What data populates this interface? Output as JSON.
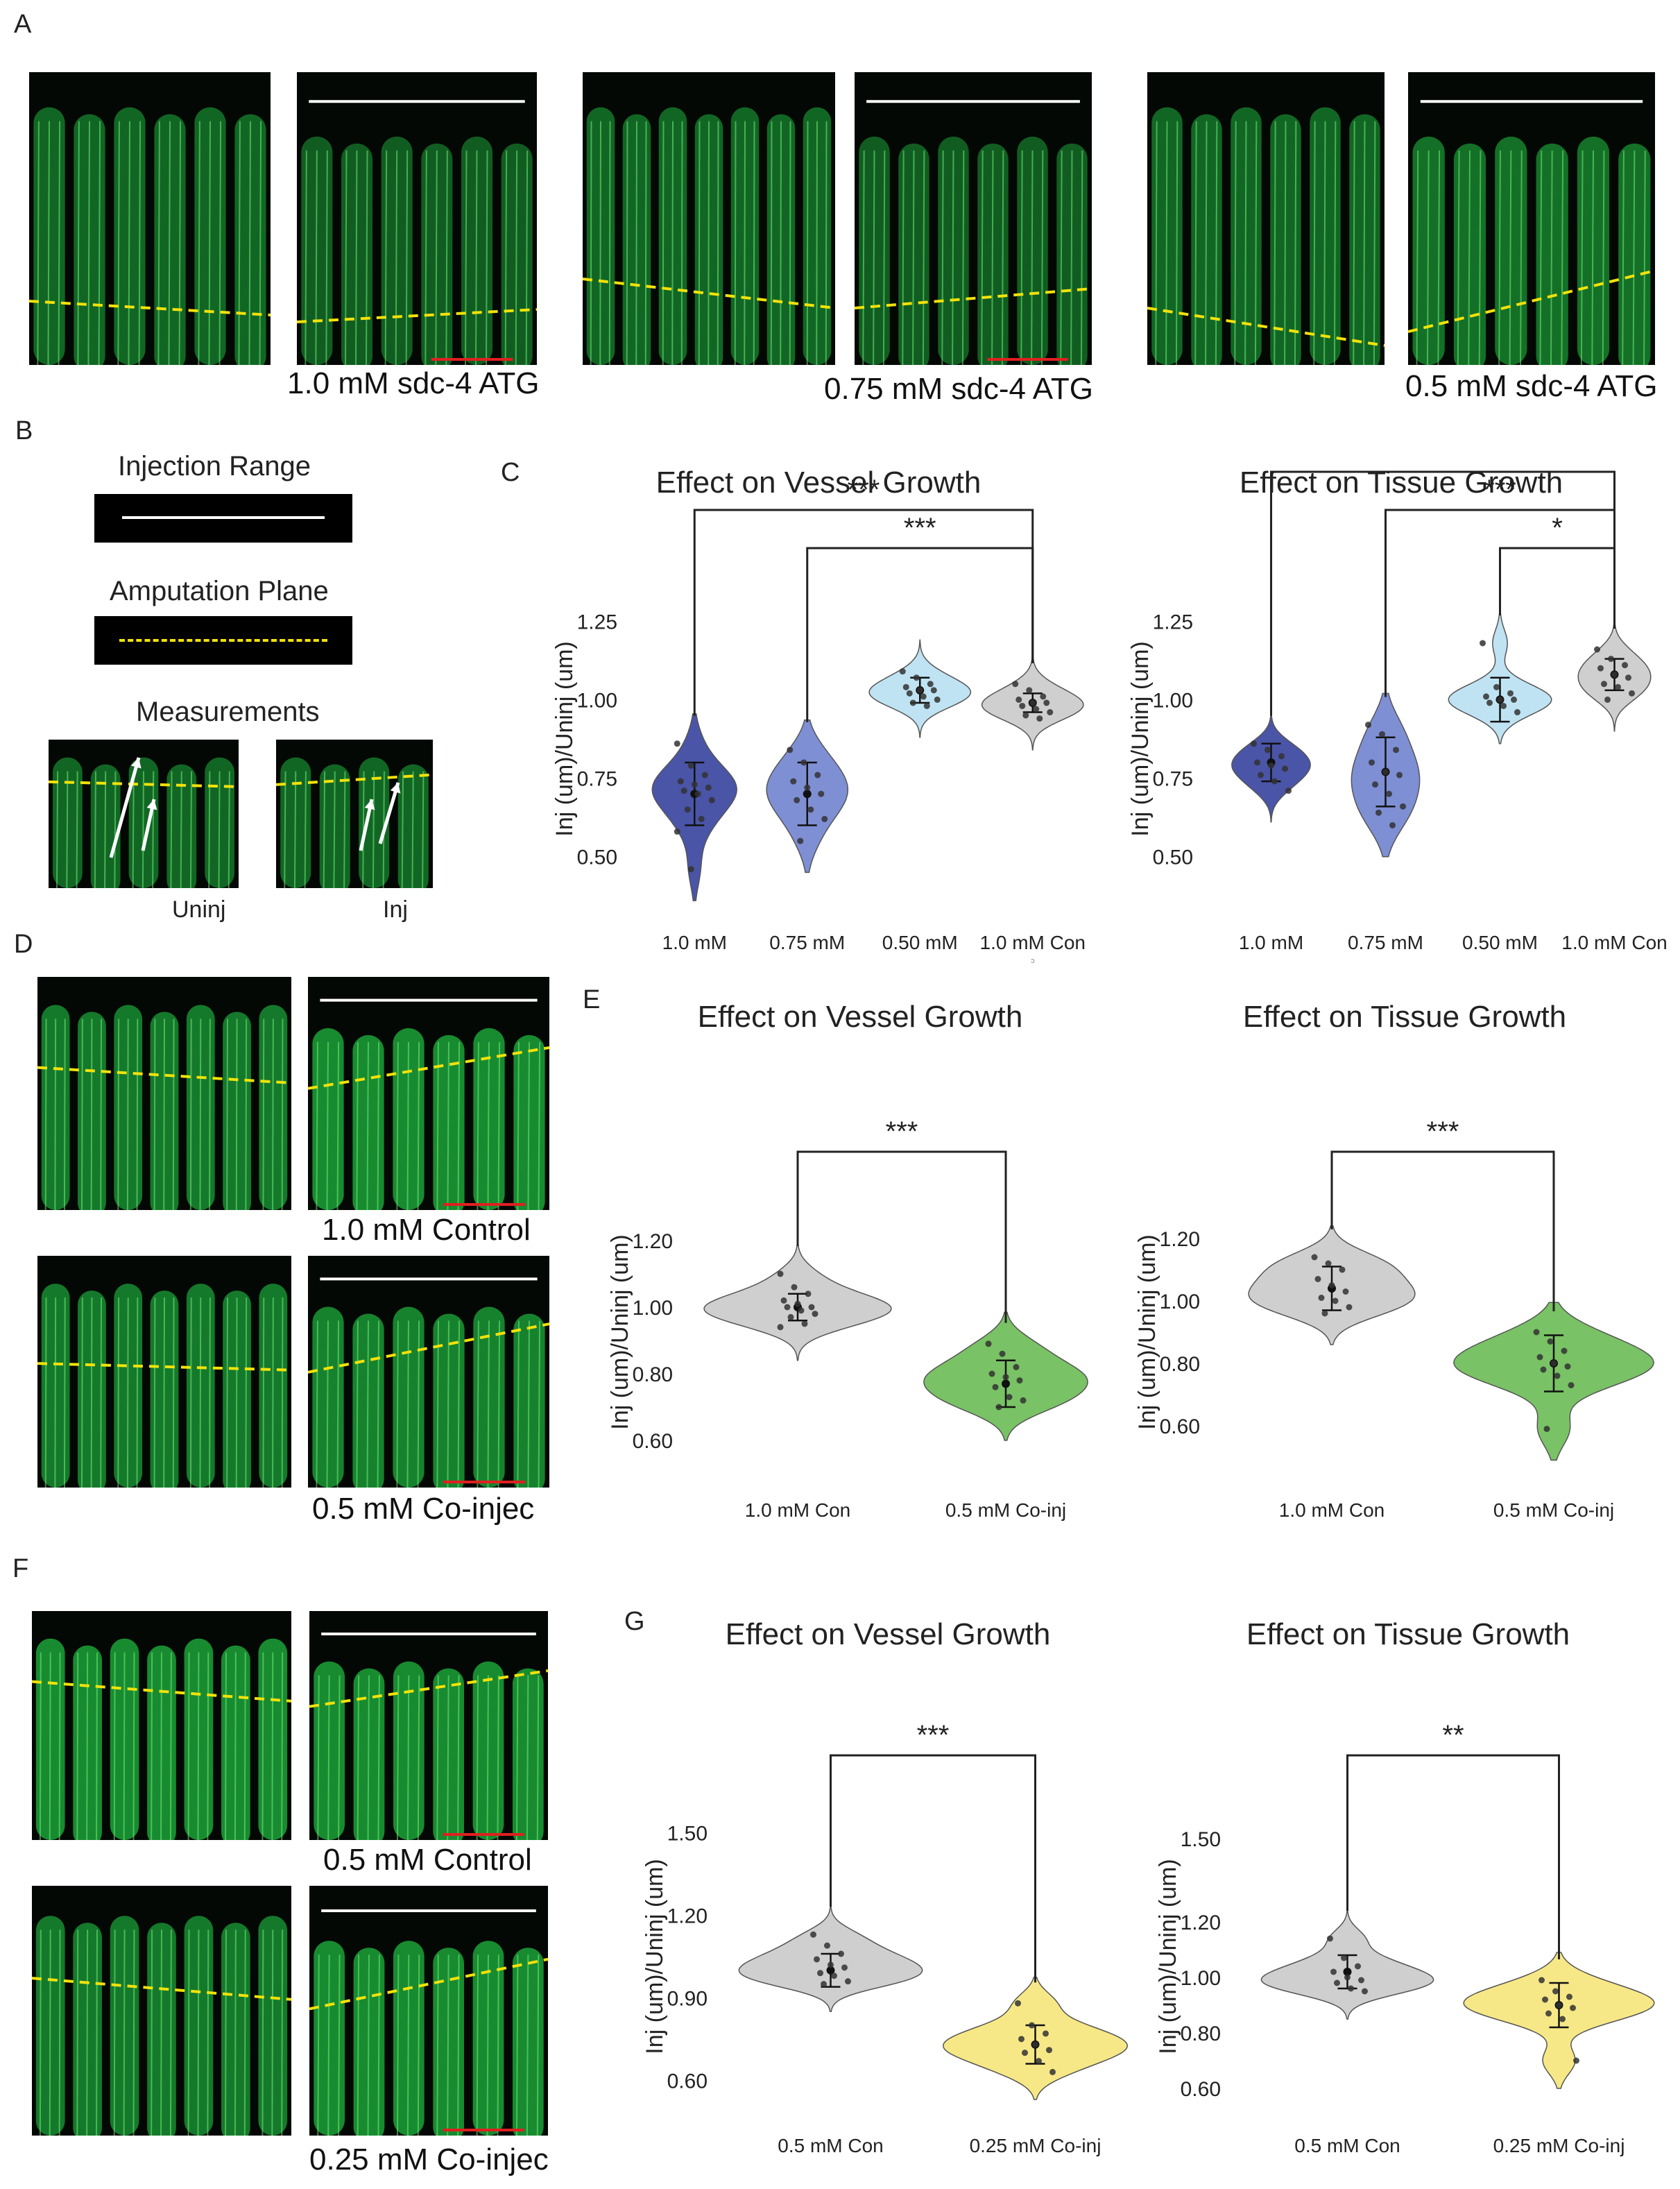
{
  "panels": {
    "A": "A",
    "B": "B",
    "C": "C",
    "D": "D",
    "E": "E",
    "F": "F",
    "G": "G"
  },
  "captions": {
    "a1": "1.0 mM sdc-4 ATG",
    "a2": "0.75 mM sdc-4 ATG",
    "a3": "0.5 mM sdc-4 ATG",
    "d1": "1.0 mM Control",
    "d2": "0.5 mM Co-injec",
    "f1": "0.5 mM Control",
    "f2": "0.25 mM Co-injec"
  },
  "legend": {
    "injection_range": "Injection Range",
    "amputation_plane": "Amputation Plane",
    "measurements": "Measurements",
    "uninj": "Uninj",
    "inj": "Inj"
  },
  "colors": {
    "tissue_green": "#22c24a",
    "amputation_line": "#f2e20a",
    "injection_line": "#ffffff",
    "scale_bar": "#e02020",
    "dark_blue_violin": "#4a55a8",
    "mid_blue_violin": "#7e8fd4",
    "light_blue_violin": "#bfe3f2",
    "gray_violin": "#cfcfcf",
    "green_violin": "#79c265",
    "yellow_violin": "#f7e887"
  },
  "chart_data": [
    {
      "id": "C-vessel",
      "type": "violin",
      "title": "Effect on Vessel Growth",
      "ylabel": "Inj (um)/Uninj (um)",
      "yticks": [
        "1.25",
        "1.00",
        "0.75",
        "0.50"
      ],
      "ylim": [
        0.4,
        1.35
      ],
      "categories": [
        "1.0 mM",
        "0.75 mM",
        "0.50 mM",
        "1.0 mM Con"
      ],
      "fills": [
        "#4a55a8",
        "#7e8fd4",
        "#bfe3f2",
        "#cfcfcf"
      ],
      "mean": [
        0.7,
        0.7,
        1.03,
        0.99
      ],
      "sd": [
        0.1,
        0.1,
        0.04,
        0.03
      ],
      "points": [
        [
          0.86,
          0.79,
          0.76,
          0.74,
          0.73,
          0.72,
          0.71,
          0.7,
          0.68,
          0.65,
          0.62,
          0.58,
          0.46
        ],
        [
          0.84,
          0.8,
          0.76,
          0.74,
          0.72,
          0.7,
          0.68,
          0.65,
          0.62,
          0.55
        ],
        [
          1.09,
          1.07,
          1.05,
          1.04,
          1.03,
          1.03,
          1.02,
          1.01,
          1.0,
          0.99,
          0.98
        ],
        [
          1.05,
          1.03,
          1.01,
          1.0,
          0.99,
          0.99,
          0.98,
          0.97,
          0.96,
          0.95,
          0.94
        ]
      ],
      "significance": [
        {
          "from": 0,
          "to": 3,
          "label": "***"
        },
        {
          "from": 1,
          "to": 3,
          "label": "***"
        }
      ],
      "footnote": "ᵓ"
    },
    {
      "id": "C-tissue",
      "type": "violin",
      "title": "Effect on Tissue Growth",
      "ylabel": "Inj (um)/Uninj (um)",
      "yticks": [
        "1.25",
        "1.00",
        "0.75",
        "0.50"
      ],
      "ylim": [
        0.4,
        1.35
      ],
      "categories": [
        "1.0 mM",
        "0.75 mM",
        "0.50 mM",
        "1.0 mM Con"
      ],
      "fills": [
        "#4a55a8",
        "#7e8fd4",
        "#bfe3f2",
        "#cfcfcf"
      ],
      "mean": [
        0.8,
        0.77,
        1.0,
        1.08
      ],
      "sd": [
        0.06,
        0.11,
        0.07,
        0.05
      ],
      "points": [
        [
          0.86,
          0.84,
          0.82,
          0.8,
          0.79,
          0.78,
          0.76,
          0.74,
          0.71
        ],
        [
          0.92,
          0.89,
          0.84,
          0.8,
          0.77,
          0.76,
          0.73,
          0.7,
          0.66,
          0.64,
          0.6
        ],
        [
          1.18,
          1.04,
          1.02,
          1.01,
          1.0,
          1.0,
          0.99,
          0.98,
          0.96
        ],
        [
          1.16,
          1.13,
          1.11,
          1.1,
          1.08,
          1.07,
          1.05,
          1.04,
          1.02,
          1.0
        ]
      ],
      "significance": [
        {
          "from": 0,
          "to": 3,
          "label": "***"
        },
        {
          "from": 1,
          "to": 3,
          "label": "***"
        },
        {
          "from": 2,
          "to": 3,
          "label": "*"
        }
      ]
    },
    {
      "id": "E-vessel",
      "type": "violin",
      "title": "Effect on Vessel Growth",
      "ylabel": "Inj (um)/Uninj (um)",
      "yticks": [
        "1.20",
        "1.00",
        "0.80",
        "0.60"
      ],
      "ylim": [
        0.55,
        1.3
      ],
      "categories": [
        "1.0 mM Con",
        "0.5 mM Co-inj"
      ],
      "fills": [
        "#cfcfcf",
        "#79c265"
      ],
      "mean": [
        1.0,
        0.77
      ],
      "sd": [
        0.04,
        0.07
      ],
      "points": [
        [
          1.1,
          1.06,
          1.04,
          1.02,
          1.01,
          1.0,
          1.0,
          0.99,
          0.98,
          0.97,
          0.95,
          0.94
        ],
        [
          0.89,
          0.86,
          0.82,
          0.8,
          0.79,
          0.78,
          0.76,
          0.73,
          0.72,
          0.7
        ]
      ],
      "significance": [
        {
          "from": 0,
          "to": 1,
          "label": "***"
        }
      ]
    },
    {
      "id": "E-tissue",
      "type": "violin",
      "title": "Effect on Tissue Growth",
      "ylabel": "Inj (um)/Uninj (um)",
      "yticks": [
        "1.20",
        "1.00",
        "0.80",
        "0.60"
      ],
      "ylim": [
        0.5,
        1.3
      ],
      "categories": [
        "1.0 mM Con",
        "0.5 mM Co-inj"
      ],
      "fills": [
        "#cfcfcf",
        "#79c265"
      ],
      "mean": [
        1.04,
        0.8
      ],
      "sd": [
        0.07,
        0.09
      ],
      "points": [
        [
          1.14,
          1.12,
          1.1,
          1.07,
          1.05,
          1.03,
          1.01,
          1.0,
          0.98,
          0.96
        ],
        [
          0.9,
          0.87,
          0.84,
          0.82,
          0.8,
          0.79,
          0.78,
          0.76,
          0.73,
          0.59
        ]
      ],
      "significance": [
        {
          "from": 0,
          "to": 1,
          "label": "***"
        }
      ]
    },
    {
      "id": "G-vessel",
      "type": "violin",
      "title": "Effect on Vessel Growth",
      "ylabel": "Inj (um)/Uninj (um)",
      "yticks": [
        "1.50",
        "1.20",
        "0.90",
        "0.60"
      ],
      "ylim": [
        0.52,
        1.58
      ],
      "categories": [
        "0.5 mM Con",
        "0.25 mM Co-inj"
      ],
      "fills": [
        "#cfcfcf",
        "#f7e887"
      ],
      "mean": [
        1.0,
        0.73
      ],
      "sd": [
        0.06,
        0.07
      ],
      "points": [
        [
          1.13,
          1.09,
          1.06,
          1.04,
          1.02,
          1.01,
          0.99,
          0.98,
          0.96,
          0.95
        ],
        [
          0.88,
          0.8,
          0.77,
          0.75,
          0.73,
          0.71,
          0.7,
          0.67,
          0.63
        ]
      ],
      "significance": [
        {
          "from": 0,
          "to": 1,
          "label": "***"
        }
      ]
    },
    {
      "id": "G-tissue",
      "type": "violin",
      "title": "Effect on Tissue Growth",
      "ylabel": "Inj (um)/Uninj (um)",
      "yticks": [
        "1.50",
        "1.20",
        "1.00",
        "0.80",
        "0.60"
      ],
      "ylim": [
        0.55,
        1.6
      ],
      "categories": [
        "0.5 mM Con",
        "0.25 mM Co-inj"
      ],
      "fills": [
        "#cfcfcf",
        "#f7e887"
      ],
      "mean": [
        1.02,
        0.9
      ],
      "sd": [
        0.06,
        0.08
      ],
      "points": [
        [
          1.14,
          1.07,
          1.04,
          1.02,
          1.0,
          0.99,
          0.98,
          0.96,
          0.95
        ],
        [
          0.99,
          0.95,
          0.93,
          0.92,
          0.9,
          0.89,
          0.87,
          0.85,
          0.7
        ]
      ],
      "significance": [
        {
          "from": 0,
          "to": 1,
          "label": "**"
        }
      ]
    }
  ]
}
